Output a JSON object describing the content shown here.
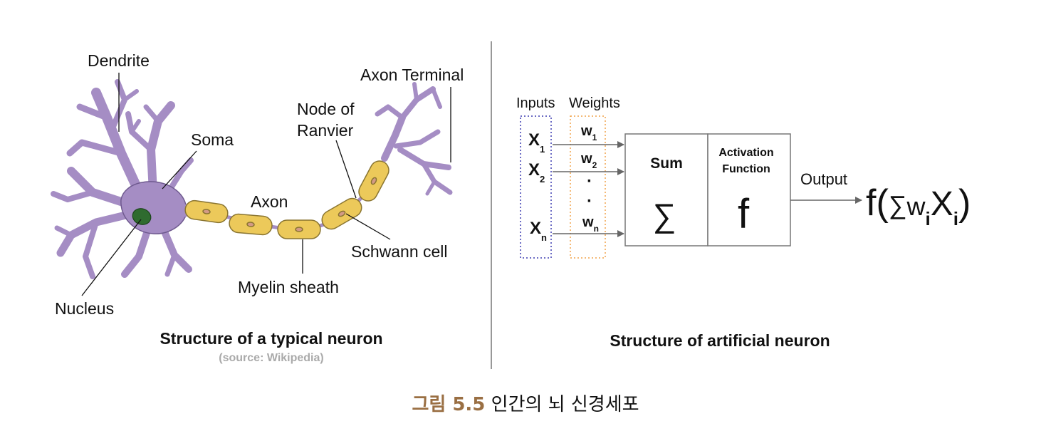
{
  "neuron": {
    "labels": {
      "dendrite": "Dendrite",
      "soma": "Soma",
      "nucleus": "Nucleus",
      "axon": "Axon",
      "node_of_ranvier_line1": "Node of",
      "node_of_ranvier_line2": "Ranvier",
      "axon_terminal": "Axon Terminal",
      "schwann_cell": "Schwann cell",
      "myelin_sheath": "Myelin sheath"
    },
    "title": "Structure of a typical neuron",
    "source": "(source: Wikipedia)",
    "colors": {
      "cell": "#a58dc4",
      "cell_edge": "#6f5a8f",
      "myelin": "#ecc95a",
      "myelin_edge": "#8a7531",
      "nucleus": "#2f6b2f",
      "node_inner": "#d39a86"
    }
  },
  "artificial": {
    "inputs_header": "Inputs",
    "weights_header": "Weights",
    "inputs": [
      {
        "base": "X",
        "sub": "1"
      },
      {
        "base": "X",
        "sub": "2"
      },
      {
        "base": "X",
        "sub": "n"
      }
    ],
    "weights": [
      {
        "base": "w",
        "sub": "1"
      },
      {
        "base": "w",
        "sub": "2"
      },
      {
        "base": "w",
        "sub": "n"
      }
    ],
    "dots": [
      "·",
      "·"
    ],
    "sum_label": "Sum",
    "sum_symbol": "∑",
    "activation_line1": "Activation",
    "activation_line2": "Function",
    "activation_symbol": "f",
    "output_label": "Output",
    "formula": {
      "f": "f",
      "open": "(",
      "sigma": "∑",
      "w": "w",
      "w_sub": "i",
      "x": "X",
      "x_sub": "i",
      "close": ")"
    },
    "title": "Structure of artificial neuron",
    "colors": {
      "inputs_border": "#3b3bb0",
      "weights_border": "#f0a24a",
      "box": "#777777",
      "arrow": "#666666"
    }
  },
  "caption": {
    "number": "그림 5.5",
    "text": "인간의 뇌 신경세포"
  }
}
